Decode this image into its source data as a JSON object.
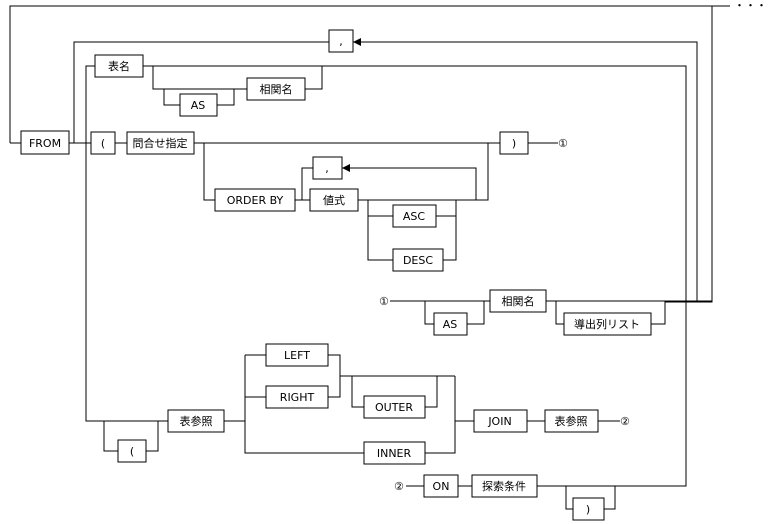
{
  "diagram": {
    "kw_from": "FROM",
    "table_name": "表名",
    "comma_top": ",",
    "kw_as_1": "AS",
    "correlation_name_1": "相関名",
    "lparen_1": "(",
    "query_spec": "問合せ指定",
    "rparen_1": ")",
    "marker_out_1": "①",
    "kw_order_by": "ORDER BY",
    "comma_order": ",",
    "value_expr": "値式",
    "kw_asc": "ASC",
    "kw_desc": "DESC",
    "marker_in_1": "①",
    "kw_as_2": "AS",
    "correlation_name_2": "相関名",
    "derived_column_list": "導出列リスト",
    "kw_left": "LEFT",
    "kw_right": "RIGHT",
    "kw_outer": "OUTER",
    "table_ref_1": "表参照",
    "lparen_2": "(",
    "kw_inner": "INNER",
    "kw_join": "JOIN",
    "table_ref_2": "表参照",
    "marker_out_2": "②",
    "marker_in_2": "②",
    "kw_on": "ON",
    "search_condition": "探索条件",
    "rparen_2": ")",
    "ellipsis": "・・・"
  }
}
